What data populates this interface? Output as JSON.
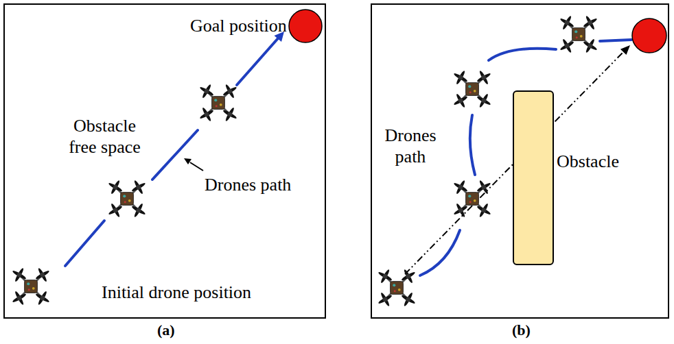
{
  "diagram": {
    "nodes": [
      {
        "text": [
          "(a)"
        ]
      },
      {
        "text": [
          "(b)"
        ]
      },
      {
        "text": [
          "Obstacle"
        ],
        "in": 1
      }
    ],
    "labels": [
      "Goal position",
      "Obstacle free space",
      "Drones path",
      "Initial drone position",
      "Drones path"
    ]
  }
}
